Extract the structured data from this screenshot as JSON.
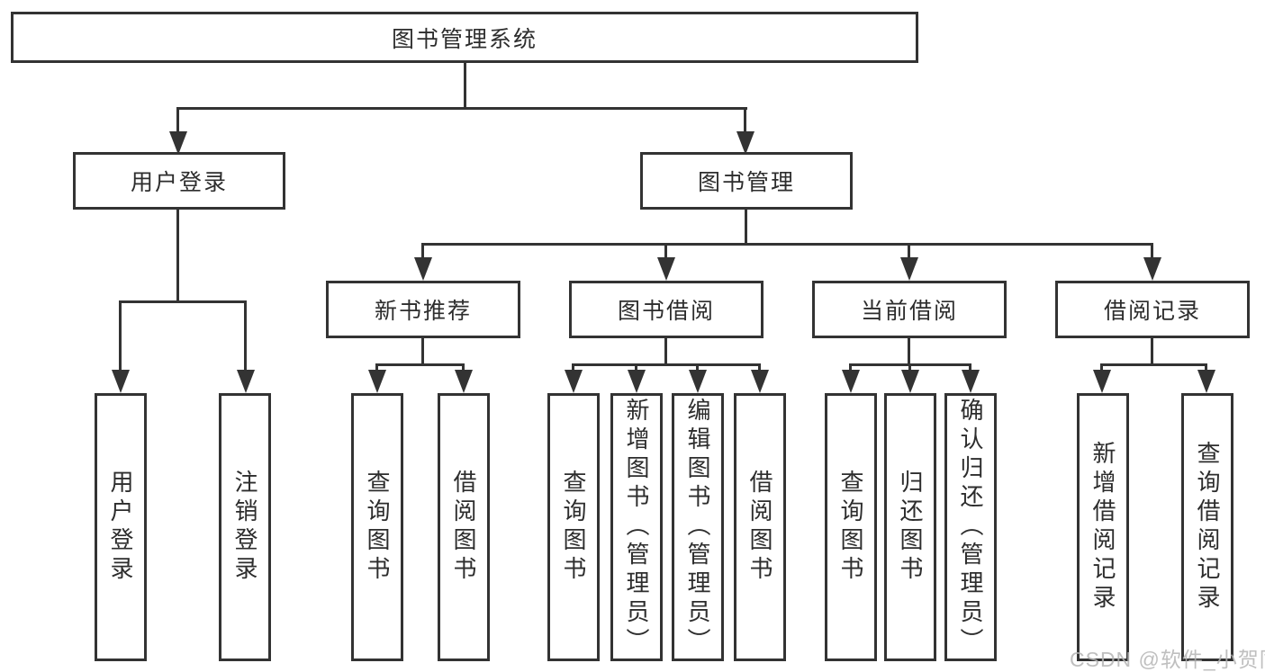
{
  "colors": {
    "line": "#333333",
    "text": "#2d2d2d",
    "box_background": "#ffffff",
    "watermark": "#b4b4b4"
  },
  "tree": {
    "root": {
      "label": "图书管理系统"
    },
    "branches": [
      {
        "label": "用户登录",
        "children": [
          {
            "label": "用户登录"
          },
          {
            "label": "注销登录"
          }
        ]
      },
      {
        "label": "图书管理",
        "children": [
          {
            "label": "新书推荐",
            "children": [
              {
                "label": "查询图书"
              },
              {
                "label": "借阅图书"
              }
            ]
          },
          {
            "label": "图书借阅",
            "children": [
              {
                "label": "查询图书"
              },
              {
                "label": "新增图书（管理员）"
              },
              {
                "label": "编辑图书（管理员）"
              },
              {
                "label": "借阅图书"
              }
            ]
          },
          {
            "label": "当前借阅",
            "children": [
              {
                "label": "查询图书"
              },
              {
                "label": "归还图书"
              },
              {
                "label": "确认归还（管理员）"
              }
            ]
          },
          {
            "label": "借阅记录",
            "children": [
              {
                "label": "新增借阅记录"
              },
              {
                "label": "查询借阅记录"
              }
            ]
          }
        ]
      }
    ]
  },
  "watermark": {
    "text": "CSDN @软件_小贺同学"
  }
}
